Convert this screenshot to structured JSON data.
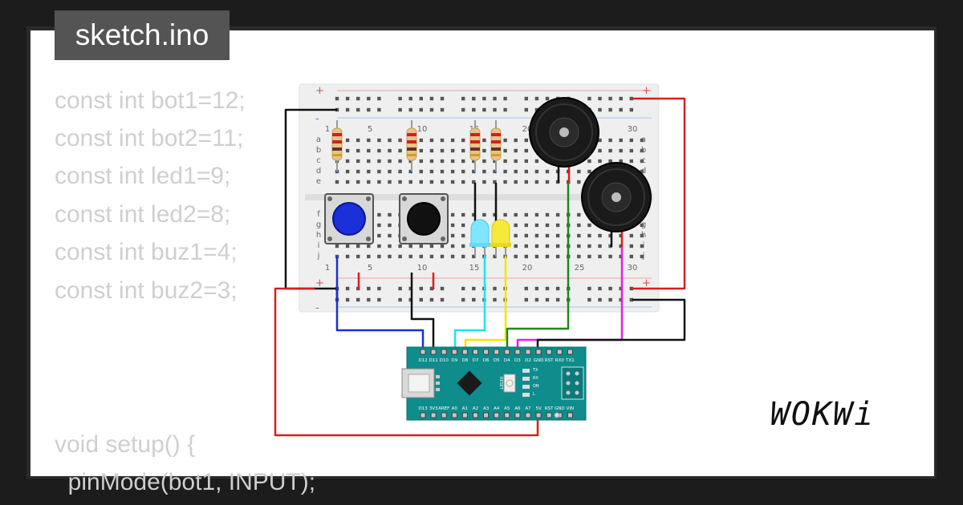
{
  "header": {
    "title": "sketch.ino"
  },
  "code_lines_top": [
    "const int bot1=12;",
    "const int bot2=11;",
    "const int led1=9;",
    "const int led2=8;",
    "const int buz1=4;",
    "const int buz2=3;"
  ],
  "code_lines_bottom": [
    "void setup() {",
    "  pinMode(bot1, INPUT);"
  ],
  "breadboard": {
    "col_labels": [
      "1",
      "5",
      "10",
      "15",
      "20",
      "25",
      "30"
    ],
    "row_labels_top": [
      "a",
      "b",
      "c",
      "d",
      "e"
    ],
    "row_labels_bottom": [
      "f",
      "g",
      "h",
      "i",
      "j"
    ],
    "rail_plus": "+",
    "rail_minus": "-"
  },
  "arduino": {
    "top_pins": [
      "D12",
      "D11",
      "D10",
      "D9",
      "D8",
      "D7",
      "D6",
      "D5",
      "D4",
      "D3",
      "D2",
      "GND",
      "RST",
      "RX0",
      "TX1"
    ],
    "bottom_pins": [
      "D13",
      "3V3",
      "AREF",
      "A0",
      "A1",
      "A2",
      "A3",
      "A4",
      "A5",
      "A6",
      "A7",
      "5V",
      "RST",
      "GND",
      "VIN"
    ],
    "reset_label": "RESET",
    "led_labels": [
      "TX",
      "RX",
      "ON",
      "L"
    ]
  },
  "brand": {
    "logo_text": "WOKWi"
  },
  "colors": {
    "background": "#1c1c1c",
    "canvas": "#ffffff",
    "title_bg": "#545454",
    "code_text": "#cfcfcf",
    "arduino_board": "#0f8c8c",
    "wire_red": "#e01b1b",
    "wire_black": "#111111",
    "wire_blue": "#1a2fd8",
    "wire_cyan": "#19e6f0",
    "wire_yellow": "#f5e500",
    "wire_green": "#1a8a1a",
    "wire_magenta": "#e020e0",
    "button1_cap": "#1a2fd8",
    "button2_cap": "#111111",
    "led1": "#7fe6ff",
    "led2": "#f5e93a"
  }
}
